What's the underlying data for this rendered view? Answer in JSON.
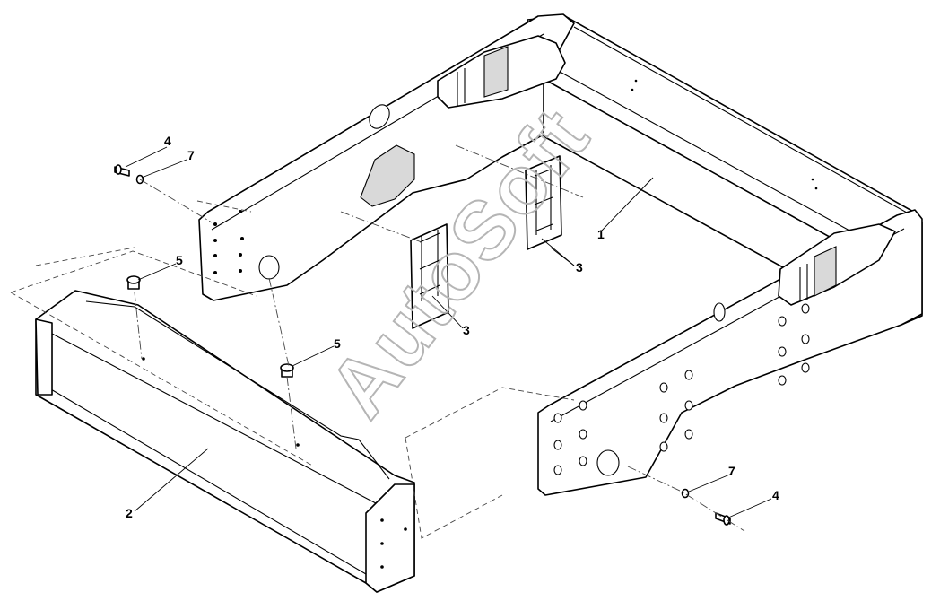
{
  "watermark": "AutoSoft",
  "callouts": [
    {
      "id": "c1",
      "label": "1"
    },
    {
      "id": "c2",
      "label": "2"
    },
    {
      "id": "c3a",
      "label": "3"
    },
    {
      "id": "c3b",
      "label": "3"
    },
    {
      "id": "c4a",
      "label": "4"
    },
    {
      "id": "c4b",
      "label": "4"
    },
    {
      "id": "c5a",
      "label": "5"
    },
    {
      "id": "c5b",
      "label": "5"
    },
    {
      "id": "c7a",
      "label": "7"
    },
    {
      "id": "c7b",
      "label": "7"
    }
  ]
}
